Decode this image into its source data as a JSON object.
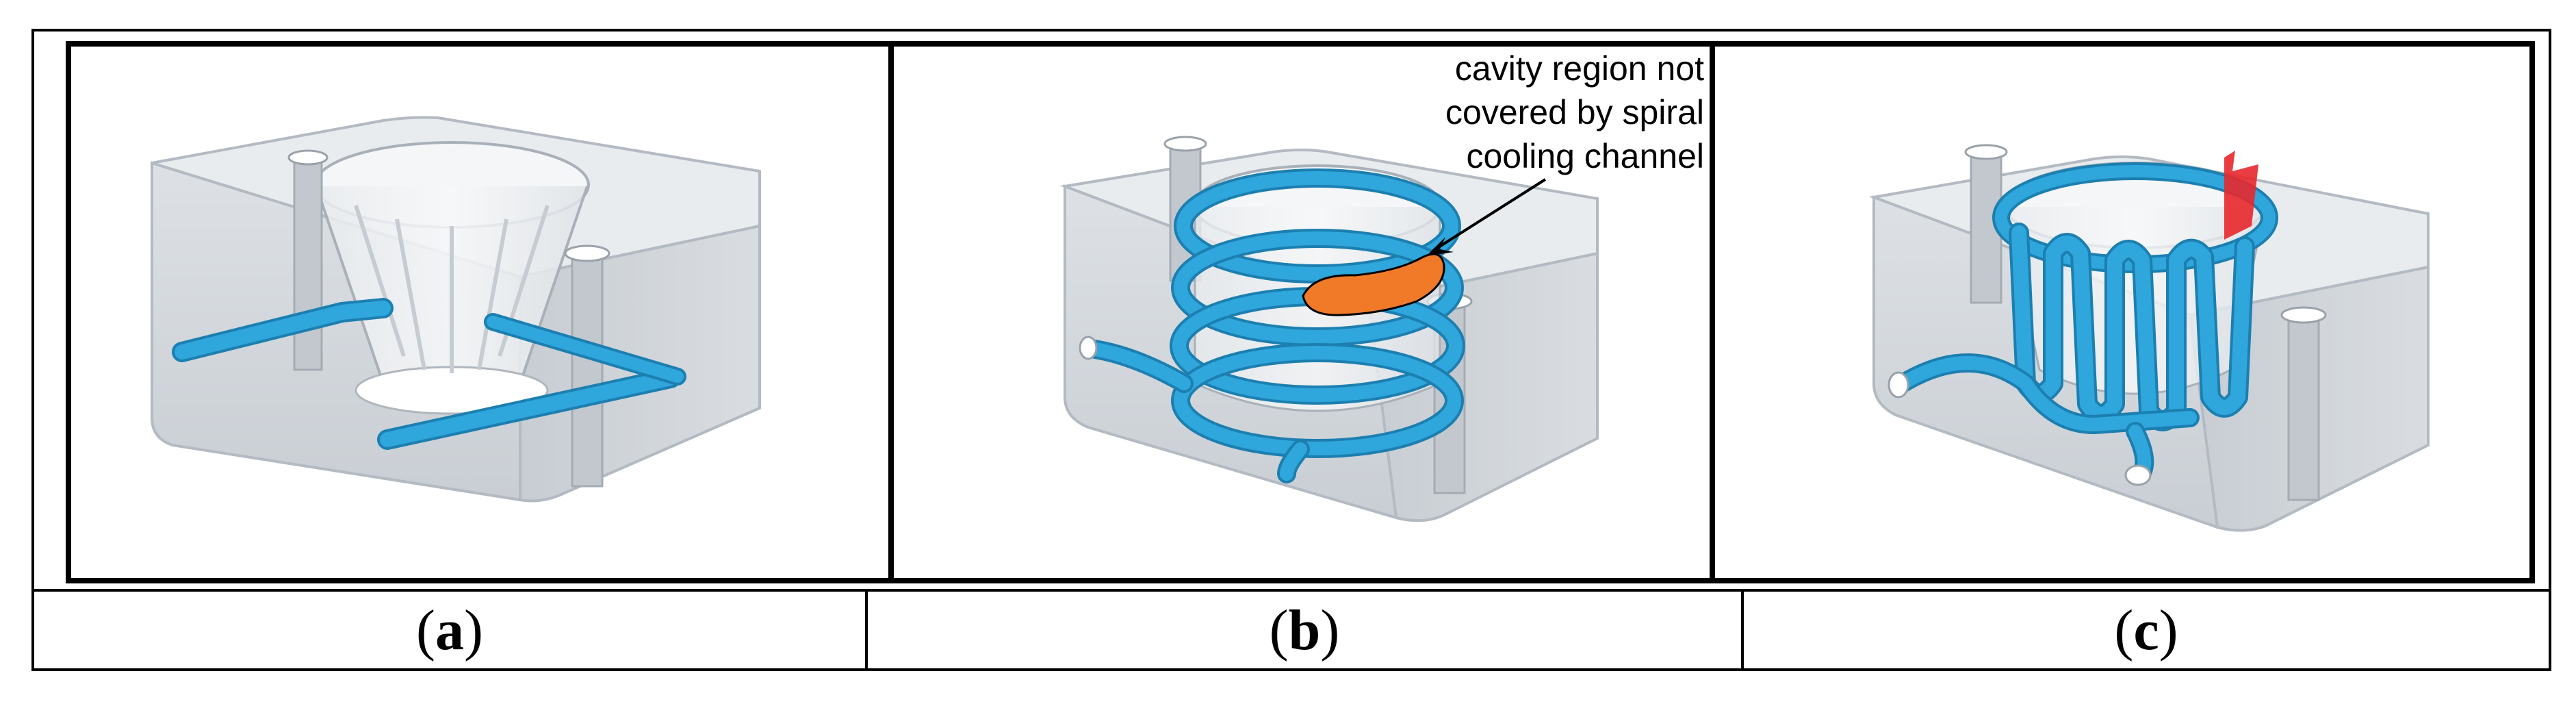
{
  "panels": [
    {
      "id": "a",
      "caption_letter": "a",
      "channel": "straight-drilled cooling channels"
    },
    {
      "id": "b",
      "caption_letter": "b",
      "channel": "spiral cooling channel"
    },
    {
      "id": "c",
      "caption_letter": "c",
      "channel": "conformal finger cooling channel"
    }
  ],
  "annotation": {
    "line1": "cavity region not",
    "line2": "covered by spiral",
    "line3": "cooling channel"
  },
  "colors": {
    "block_front": "#d3d7dc",
    "block_top": "#e9ecef",
    "block_side": "#c4c9cf",
    "edge": "#b4bac2",
    "channel": "#2fa6dc",
    "channel_dark": "#1c7fb0",
    "uncooled_region": "#f07a28",
    "hot_spot": "#e8282c",
    "frame": "#000000"
  }
}
